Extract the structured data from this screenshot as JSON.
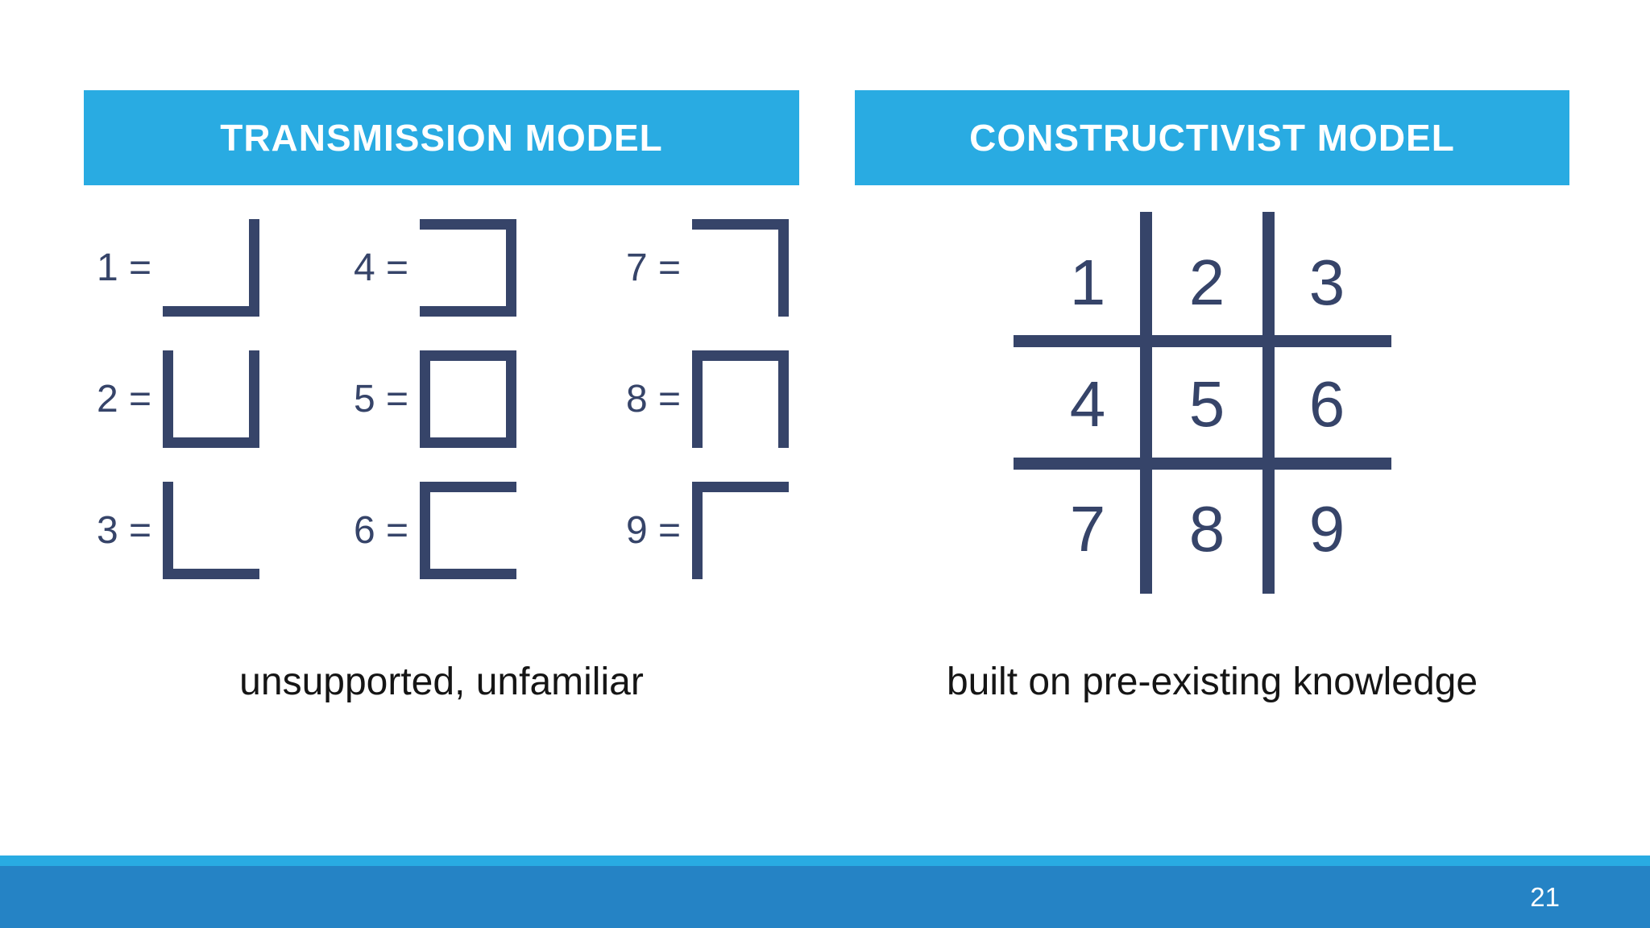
{
  "slide": {
    "page_number": "21",
    "colors": {
      "banner_blue": "#29ABE2",
      "navy": "#364469",
      "footer_bar": "#2583C5",
      "caption_text": "#151515"
    }
  },
  "transmission": {
    "title": "TRANSMISSION MODEL",
    "caption": "unsupported, unfamiliar",
    "items": [
      {
        "label": "1 =",
        "edges": [
          "right",
          "bottom"
        ]
      },
      {
        "label": "2 =",
        "edges": [
          "left",
          "right",
          "bottom"
        ]
      },
      {
        "label": "3 =",
        "edges": [
          "left",
          "bottom"
        ]
      },
      {
        "label": "4 =",
        "edges": [
          "top",
          "right",
          "bottom"
        ]
      },
      {
        "label": "5 =",
        "edges": [
          "top",
          "left",
          "right",
          "bottom"
        ]
      },
      {
        "label": "6 =",
        "edges": [
          "top",
          "left",
          "bottom"
        ]
      },
      {
        "label": "7 =",
        "edges": [
          "top",
          "right"
        ]
      },
      {
        "label": "8 =",
        "edges": [
          "top",
          "left",
          "right"
        ]
      },
      {
        "label": "9 =",
        "edges": [
          "top",
          "left"
        ]
      }
    ]
  },
  "constructivist": {
    "title": "CONSTRUCTIVIST MODEL",
    "caption": "built on pre-existing knowledge",
    "grid_numbers": [
      "1",
      "2",
      "3",
      "4",
      "5",
      "6",
      "7",
      "8",
      "9"
    ]
  }
}
